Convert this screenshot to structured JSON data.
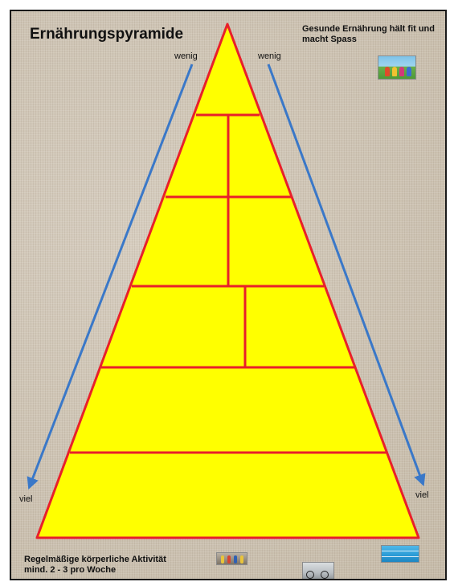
{
  "title": "Ernährungspyramide",
  "motto": "Gesunde Ernährung hält fit und macht Spass",
  "activity": {
    "line1": "Regelmäßige körperliche Aktivität",
    "line2": "mind. 2 - 3 pro Woche"
  },
  "arrows": {
    "top_label_left": "wenig",
    "top_label_right": "wenig",
    "bottom_label_left": "viel",
    "bottom_label_right": "viel",
    "color": "#3a78c8"
  },
  "pyramid": {
    "fill": "#ffff00",
    "stroke": "#e8202a",
    "levels": [
      {
        "cells": 1
      },
      {
        "cells": 2
      },
      {
        "cells": 2
      },
      {
        "cells": 2
      },
      {
        "cells": 1
      },
      {
        "cells": 1
      }
    ]
  },
  "photos": [
    "photo-kids",
    "photo-running",
    "photo-cycling",
    "photo-swimming"
  ]
}
